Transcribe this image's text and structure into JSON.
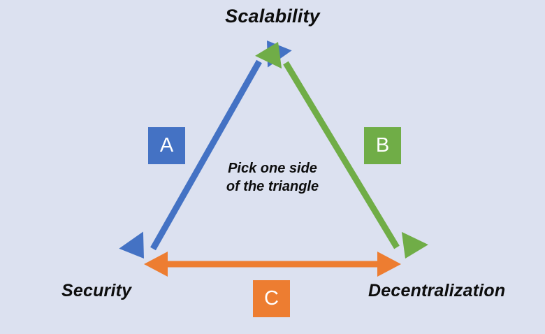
{
  "diagram": {
    "title": "Scalability",
    "background_color": "#dce1f0",
    "center_note_line1": "Pick one side",
    "center_note_line2": "of the triangle",
    "vertices": [
      {
        "id": "scalability",
        "label": "Scalability",
        "position": "top"
      },
      {
        "id": "security",
        "label": "Security",
        "position": "bottom-left"
      },
      {
        "id": "decentralization",
        "label": "Decentralization",
        "position": "bottom-right"
      }
    ],
    "sides": [
      {
        "id": "a",
        "label": "A",
        "color": "#4472c4",
        "connects": "Security - Scalability",
        "arrow_style": "double-headed"
      },
      {
        "id": "b",
        "label": "B",
        "color": "#70ad47",
        "connects": "Scalability - Decentralization",
        "arrow_style": "double-headed"
      },
      {
        "id": "c",
        "label": "C",
        "color": "#ed7d31",
        "connects": "Security - Decentralization",
        "arrow_style": "double-headed"
      }
    ]
  }
}
